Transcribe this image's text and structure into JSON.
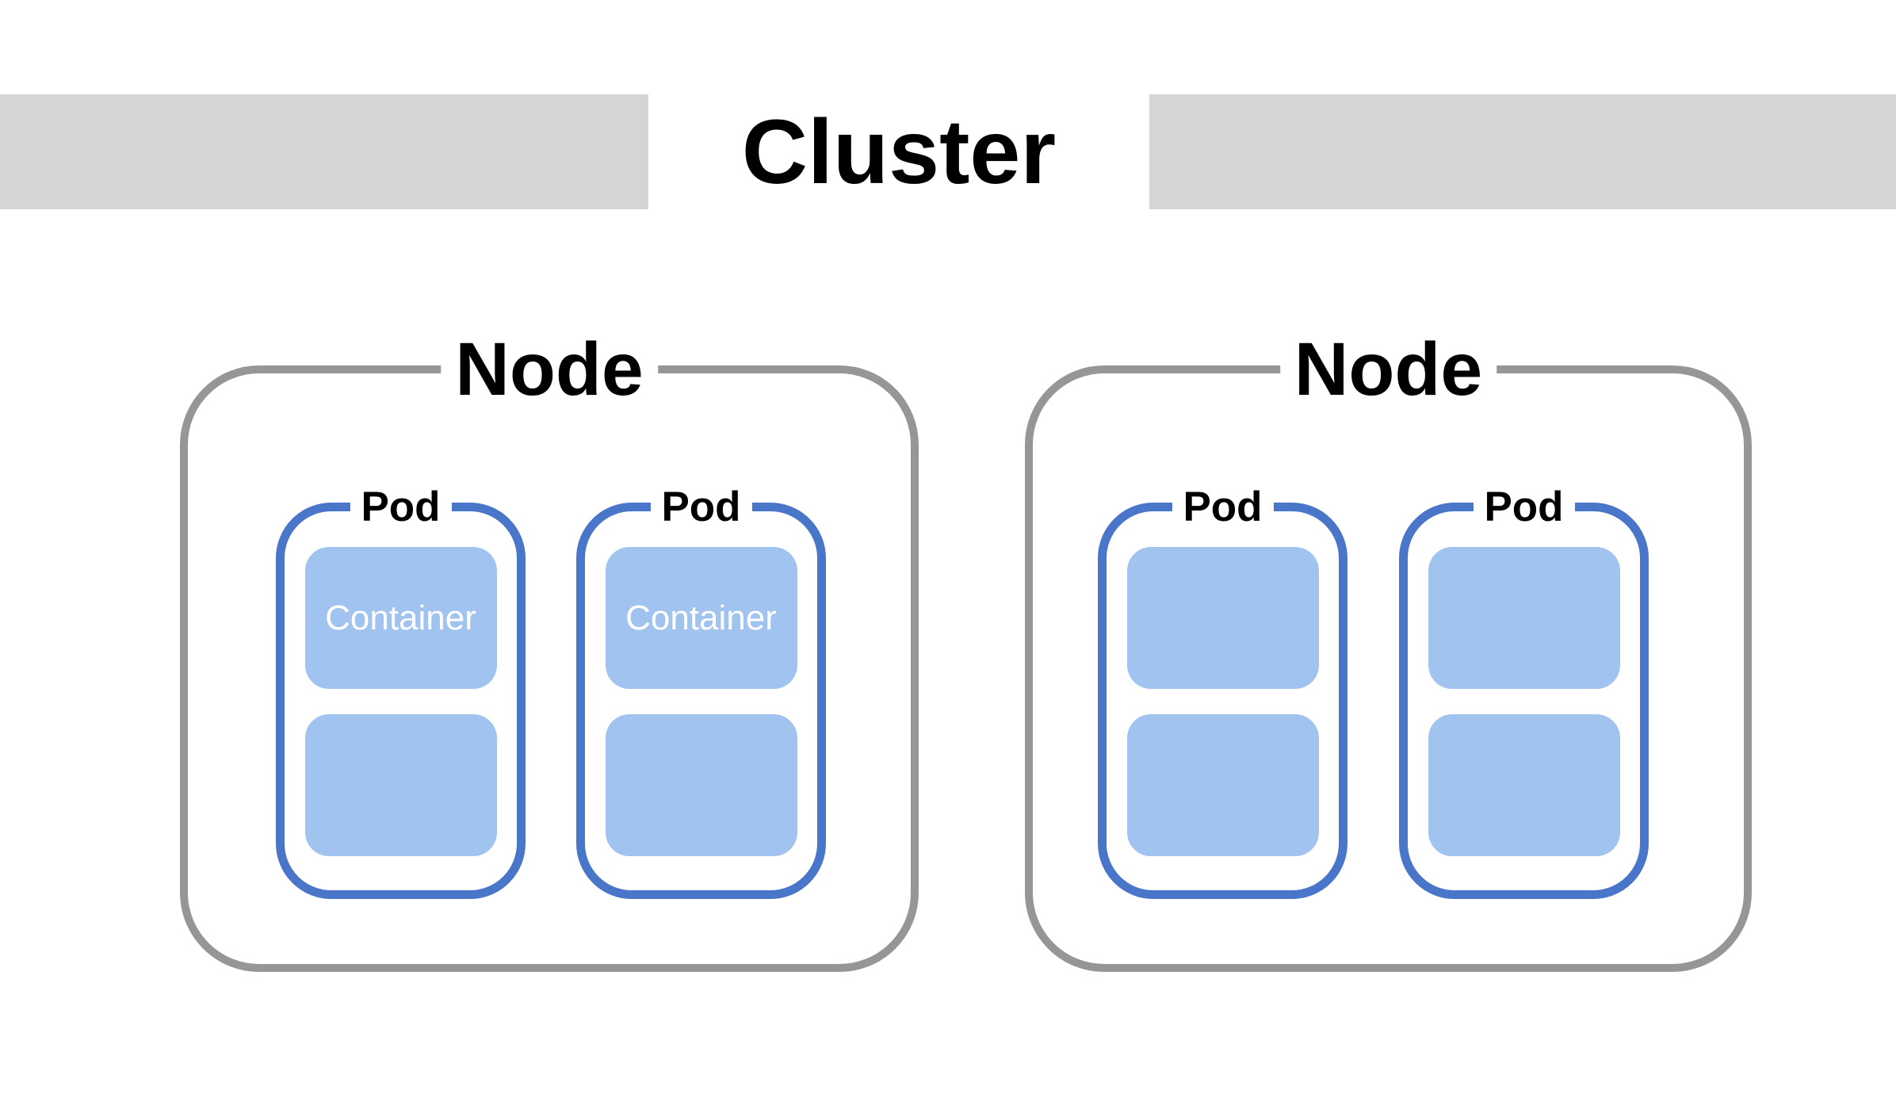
{
  "cluster": {
    "label": "Cluster"
  },
  "colors": {
    "band": "#d5d5d5",
    "title_text": "#000000",
    "node_border": "#969696",
    "pod_border": "#4a76c9",
    "container_fill": "#a0c3f0",
    "container_text": "#ffffff"
  },
  "nodes": [
    {
      "label": "Node",
      "pods": [
        {
          "label": "Pod",
          "containers": [
            {
              "label": "Container"
            },
            {
              "label": ""
            }
          ]
        },
        {
          "label": "Pod",
          "containers": [
            {
              "label": "Container"
            },
            {
              "label": ""
            }
          ]
        }
      ]
    },
    {
      "label": "Node",
      "pods": [
        {
          "label": "Pod",
          "containers": [
            {
              "label": ""
            },
            {
              "label": ""
            }
          ]
        },
        {
          "label": "Pod",
          "containers": [
            {
              "label": ""
            },
            {
              "label": ""
            }
          ]
        }
      ]
    }
  ]
}
